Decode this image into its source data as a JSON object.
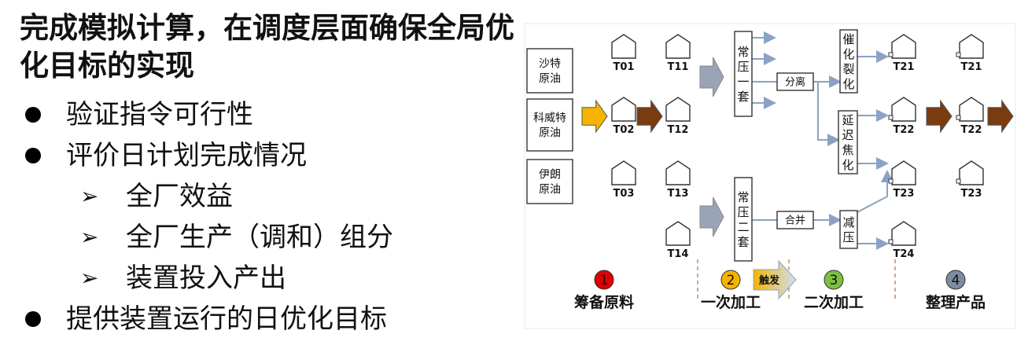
{
  "title": "完成模拟计算，在调度层面确保全局优化目标的实现",
  "bullets": [
    {
      "level": 1,
      "text": "验证指令可行性"
    },
    {
      "level": 1,
      "text": "评价日计划完成情况"
    },
    {
      "level": 2,
      "text": "全厂效益"
    },
    {
      "level": 2,
      "text": "全厂生产（调和）组分"
    },
    {
      "level": 2,
      "text": "装置投入产出"
    },
    {
      "level": 1,
      "text": "提供装置运行的日优化目标"
    }
  ],
  "diagram": {
    "crudes": [
      "沙特\n原油",
      "科威特\n原油",
      "伊朗\n原油"
    ],
    "tanks_in": [
      "T01",
      "T11",
      "T02",
      "T12",
      "T03",
      "T13",
      "T14"
    ],
    "units": {
      "cdu1": "常\n压\n一\n套",
      "cdu2": "常\n压\n二\n套",
      "fcc": "催\n化\n裂\n化",
      "coker": "延\n迟\n焦\n化",
      "vac": "减\n压",
      "split": "分离",
      "merge": "合并"
    },
    "tanks_out": [
      "T21",
      "T21",
      "T22",
      "T22",
      "T23",
      "T23",
      "T24"
    ],
    "trigger": "触发",
    "stages": [
      {
        "num": "1",
        "label": "筹备原料",
        "color": "#e00000"
      },
      {
        "num": "2",
        "label": "一次加工",
        "color": "#f5b400"
      },
      {
        "num": "3",
        "label": "二次加工",
        "color": "#7cc043"
      },
      {
        "num": "4",
        "label": "整理产品",
        "color": "#7f8ba0"
      }
    ]
  }
}
